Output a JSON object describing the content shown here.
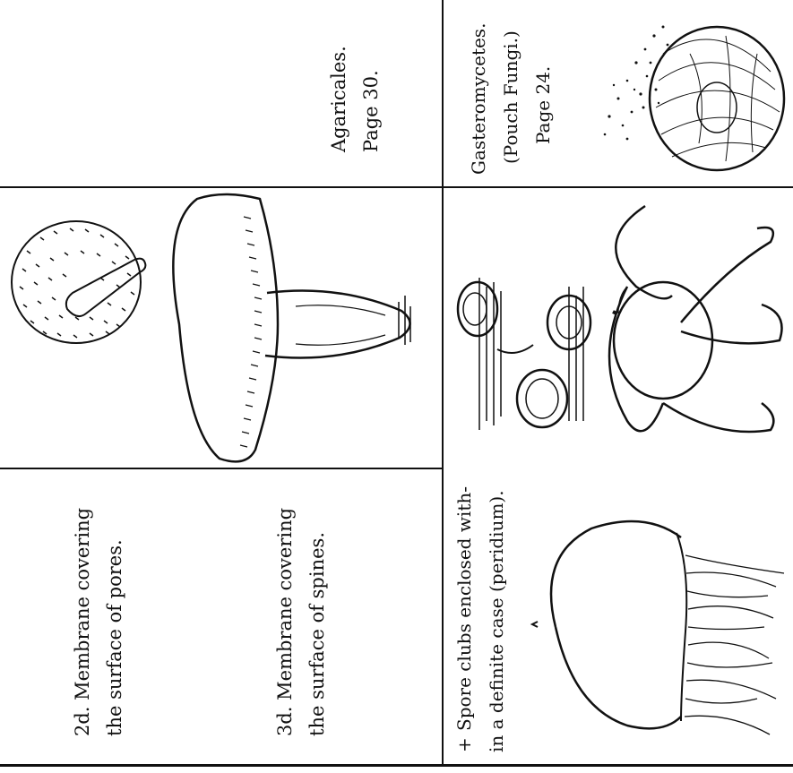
{
  "cells": {
    "agaricales": {
      "line1": "Agaricales.",
      "line2": "Page 30."
    },
    "gasteromycetes": {
      "line1": "Gasteromycetes.",
      "line2": "(Pouch Fungi.)",
      "line3": "Page 24."
    },
    "pores": {
      "line1": "2d. Membrane covering",
      "line2": "the surface of pores."
    },
    "spines": {
      "line1": "3d. Membrane covering",
      "line2": "the surface of spines."
    },
    "peridium": {
      "marker": "+",
      "line1": "Spore clubs enclosed with-",
      "line2": "in a definite case (peridium)."
    }
  },
  "figures": [
    "porous-cap-mushroom-illustration",
    "spined-mushroom-illustration",
    "bird-nest-fungi-illustration",
    "earthstar-illustration",
    "puffball-releasing-spores-illustration",
    "peridium-fungus-illustration"
  ]
}
